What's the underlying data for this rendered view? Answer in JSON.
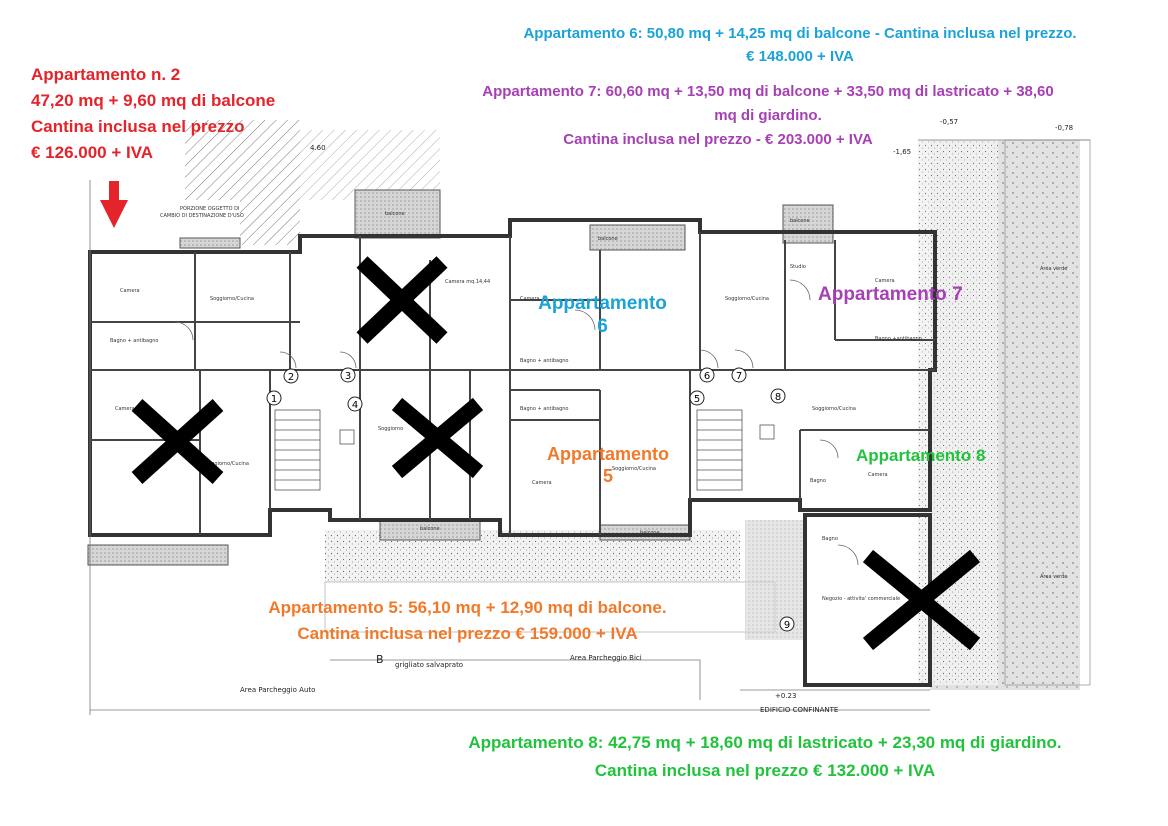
{
  "annotations": {
    "apt2": {
      "lines": [
        "Appartamento n. 2",
        "47,20 mq + 9,60 mq di balcone",
        "Cantina inclusa nel prezzo",
        "€ 126.000 + IVA"
      ],
      "color": "#e3242b"
    },
    "apt6": {
      "lines": [
        "Appartamento 6: 50,80 mq + 14,25 mq di balcone - Cantina inclusa nel prezzo.",
        "€ 148.000 + IVA"
      ],
      "color": "#1aa3d6"
    },
    "apt7": {
      "lines": [
        "Appartamento 7: 60,60 mq + 13,50 mq di balcone + 33,50 mq di lastricato + 38,60",
        "mq di giardino.",
        "Cantina inclusa nel prezzo  - € 203.000 + IVA"
      ],
      "color": "#a640b4"
    },
    "apt5": {
      "lines": [
        "Appartamento 5: 56,10 mq + 12,90 mq di balcone.",
        "Cantina inclusa nel prezzo € 159.000 + IVA"
      ],
      "color": "#f07a2a"
    },
    "apt8": {
      "lines": [
        "Appartamento 8: 42,75 mq + 18,60 mq di lastricato + 23,30 mq di giardino.",
        "Cantina inclusa nel prezzo € 132.000 + IVA"
      ],
      "color": "#22c33c"
    }
  },
  "plan_labels": {
    "apt6": [
      "Appartamento",
      "6"
    ],
    "apt7": "Appartamento 7",
    "apt5": [
      "Appartamento",
      "5"
    ],
    "apt8": "Appartamento 8"
  },
  "drawing_text": {
    "portion_note": [
      "PORZIONE OGGETTO DI",
      "CAMBIO DI DESTINAZIONE D'USO"
    ],
    "area_parcheggio_auto": "Area Parcheggio Auto",
    "area_parcheggio_bici": "Area Parcheggio Bici",
    "grigliato": "grigliato salvaprato",
    "edificio_confinante": "EDIFICIO CONFINANTE",
    "section_letter": "B",
    "area_verde_1": "Area verde",
    "area_verde_2": "Area verde",
    "level_plus_023": "+0.23",
    "level_minus_057": "-0,57",
    "level_minus_078": "-0,78",
    "level_minus_165": "-1,65",
    "level_460": "4.60",
    "rooms": {
      "camera_a": "Camera",
      "soggiorno_a": "Soggiorno/Cucina",
      "bagno_a": "Bagno + antibagno",
      "camera_b": "Camera",
      "soggiorno_b": "Soggiorno/Cucina",
      "camera_c": "Camera mq.14,44",
      "studio": "Studio",
      "soggiorno_c": "Soggiorno",
      "camera_6": "Camera",
      "bagno_6": "Bagno + antibagno",
      "soggiorno_7": "Soggiorno/Cucina",
      "camera_7": "Camera",
      "studio_7": "Studio",
      "bagno_7": "Bagno +antibagno",
      "soggiorno_8": "Soggiorno/Cucina",
      "camera_8": "Camera",
      "bagno_8": "Bagno",
      "camera_5": "Camera",
      "soggiorno_5": "Soggiorno/Cucina",
      "bagno_5": "Bagno + antibagno",
      "negozio": "Negozio - attivita' commerciale",
      "balcone_1": "balcone",
      "balcone_2": "balcone",
      "balcone_3": "balcone",
      "balcone_4": "balcone",
      "balcone_5": "balcone",
      "bagno_shop": "Bagno"
    },
    "circles": [
      "1",
      "2",
      "3",
      "4",
      "5",
      "6",
      "7",
      "8",
      "9"
    ]
  }
}
